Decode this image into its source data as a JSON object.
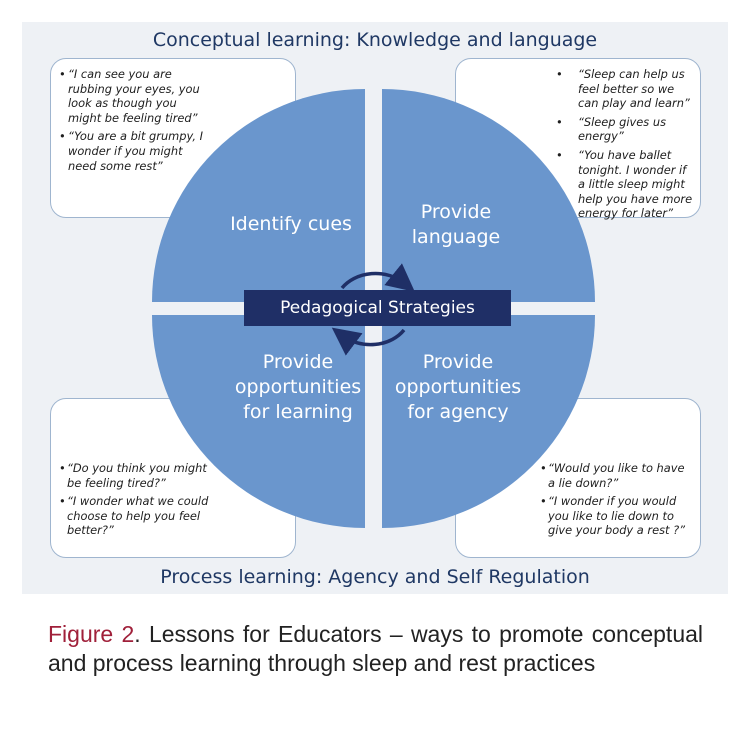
{
  "header": {
    "title": "Conceptual learning: Knowledge and language"
  },
  "footer_label": "Process learning: Agency and Self Regulation",
  "center_label": "Pedagogical Strategies",
  "quadrants": {
    "top_left": {
      "lines": [
        "Identify cues"
      ]
    },
    "top_right": {
      "lines": [
        "Provide",
        "language"
      ]
    },
    "bottom_left": {
      "lines": [
        "Provide",
        "opportunities",
        "for learning"
      ]
    },
    "bottom_right": {
      "lines": [
        "Provide",
        "opportunities",
        "for agency"
      ]
    }
  },
  "boxes": {
    "top_left": [
      "“I can see you are rubbing your eyes, you look as though you might be feeling tired”",
      "“You are a bit grumpy, I wonder if you might need some rest”"
    ],
    "top_right": [
      "“Sleep can help us feel better so we can play and learn”",
      "“Sleep gives us energy”",
      "“You have ballet tonight. I wonder if a little sleep might help you have more energy for later”"
    ],
    "bottom_left": [
      "“Do you think you might be feeling tired?”",
      "“I wonder what we could choose to help you feel better?”"
    ],
    "bottom_right": [
      "“Would you like to have a lie down?”",
      "“I wonder if you would you like to lie down to give your body a rest ?”"
    ]
  },
  "caption": {
    "label": "Figure 2",
    "text": ". Lessons for Educators – ways to promote conceptual and process learning through sleep and rest practices"
  },
  "colors": {
    "quadrant_fill": "#6a96cd",
    "center_bar": "#1f2f66",
    "heading_text": "#1f3864",
    "caption_label": "#a0203a",
    "box_border": "#9fb5cf"
  }
}
